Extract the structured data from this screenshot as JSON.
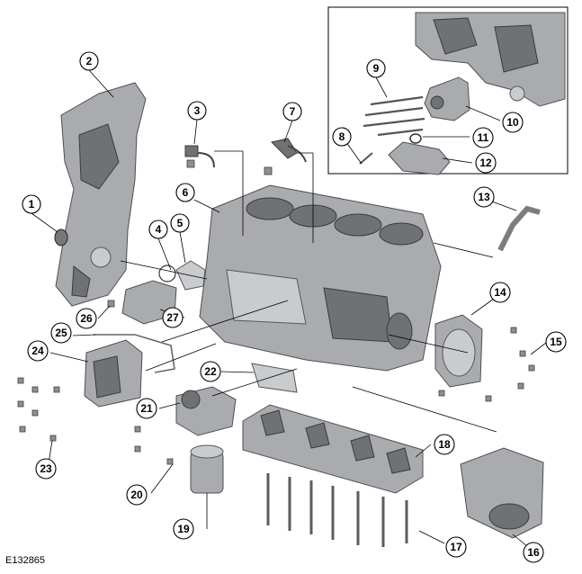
{
  "figure_code": "E132865",
  "callouts": [
    {
      "id": "1",
      "label": "1"
    },
    {
      "id": "2",
      "label": "2"
    },
    {
      "id": "3",
      "label": "3"
    },
    {
      "id": "4",
      "label": "4"
    },
    {
      "id": "5",
      "label": "5"
    },
    {
      "id": "6",
      "label": "6"
    },
    {
      "id": "7",
      "label": "7"
    },
    {
      "id": "8",
      "label": "8"
    },
    {
      "id": "9",
      "label": "9"
    },
    {
      "id": "10",
      "label": "10"
    },
    {
      "id": "11",
      "label": "11"
    },
    {
      "id": "12",
      "label": "12"
    },
    {
      "id": "13",
      "label": "13"
    },
    {
      "id": "14",
      "label": "14"
    },
    {
      "id": "15",
      "label": "15"
    },
    {
      "id": "16",
      "label": "16"
    },
    {
      "id": "17",
      "label": "17"
    },
    {
      "id": "18",
      "label": "18"
    },
    {
      "id": "19",
      "label": "19"
    },
    {
      "id": "20",
      "label": "20"
    },
    {
      "id": "21",
      "label": "21"
    },
    {
      "id": "22",
      "label": "22"
    },
    {
      "id": "23",
      "label": "23"
    },
    {
      "id": "24",
      "label": "24"
    },
    {
      "id": "25",
      "label": "25"
    },
    {
      "id": "26",
      "label": "26"
    },
    {
      "id": "27",
      "label": "27"
    }
  ]
}
